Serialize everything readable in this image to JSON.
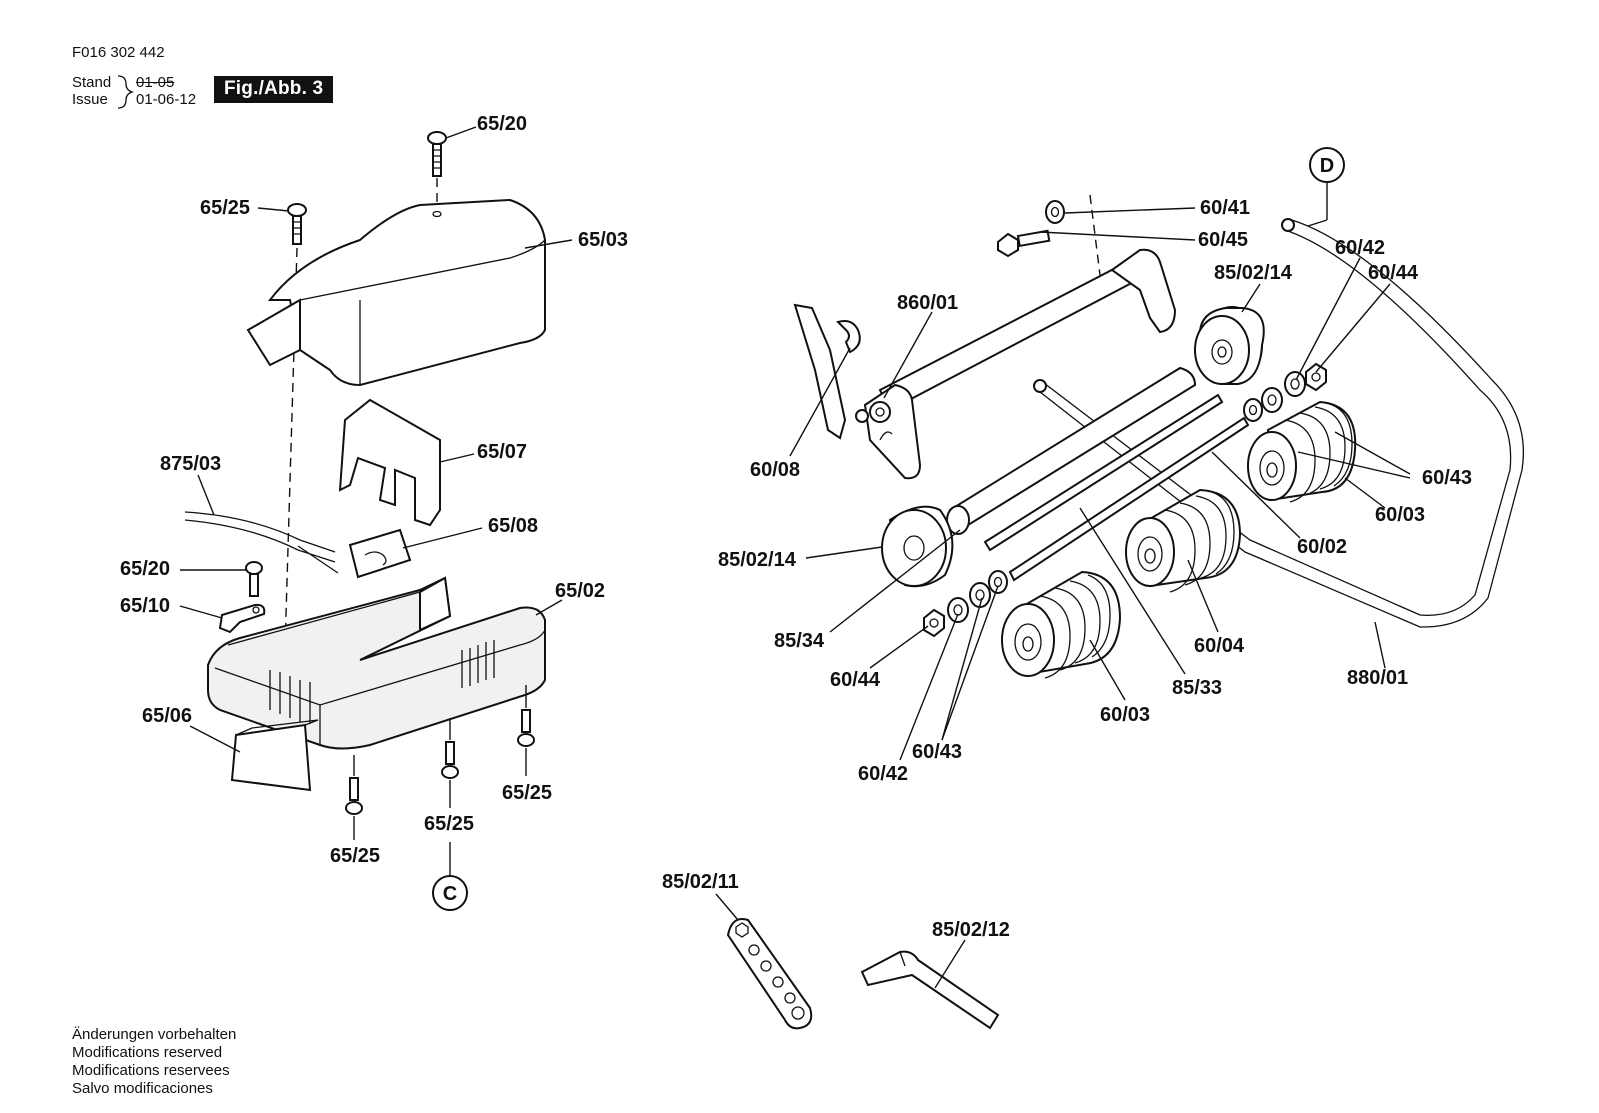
{
  "header": {
    "doc_number": "F016 302 442",
    "stand_label": "Stand",
    "issue_label": "Issue",
    "stand_date": "01-05",
    "issue_date": "01-06-12",
    "figure": "Fig./Abb. 3"
  },
  "footer": {
    "lines": [
      "Änderungen vorbehalten",
      "Modifications reserved",
      "Modifications reservees",
      "Salvo modificaciones"
    ]
  },
  "markers": {
    "c": "C",
    "d": "D"
  },
  "labels": {
    "l_65_20_top": "65/20",
    "l_65_25_top": "65/25",
    "l_65_03": "65/03",
    "l_65_07": "65/07",
    "l_875_03": "875/03",
    "l_65_08": "65/08",
    "l_65_20_mid": "65/20",
    "l_65_10": "65/10",
    "l_65_02": "65/02",
    "l_65_06": "65/06",
    "l_65_25_b1": "65/25",
    "l_65_25_b2": "65/25",
    "l_65_25_b3": "65/25",
    "l_60_41": "60/41",
    "l_60_45": "60/45",
    "l_860_01": "860/01",
    "l_85_02_14_top": "85/02/14",
    "l_60_42_top": "60/42",
    "l_60_44_top": "60/44",
    "l_60_08": "60/08",
    "l_60_43_right": "60/43",
    "l_60_03_right": "60/03",
    "l_60_02": "60/02",
    "l_85_02_14_left": "85/02/14",
    "l_85_34": "85/34",
    "l_60_44_bottom": "60/44",
    "l_60_04": "60/04",
    "l_880_01": "880/01",
    "l_85_33": "85/33",
    "l_60_03_bottom": "60/03",
    "l_60_43_bottom": "60/43",
    "l_60_42_bottom": "60/42",
    "l_85_02_11": "85/02/11",
    "l_85_02_12": "85/02/12"
  }
}
